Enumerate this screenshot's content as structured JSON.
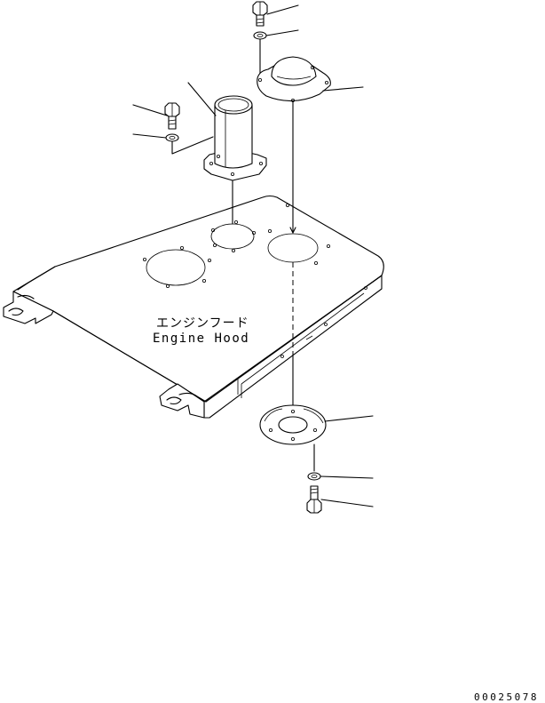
{
  "hood_label_jp": "エンジンフード",
  "hood_label_en": "Engine Hood",
  "drawing_number": "00025078"
}
